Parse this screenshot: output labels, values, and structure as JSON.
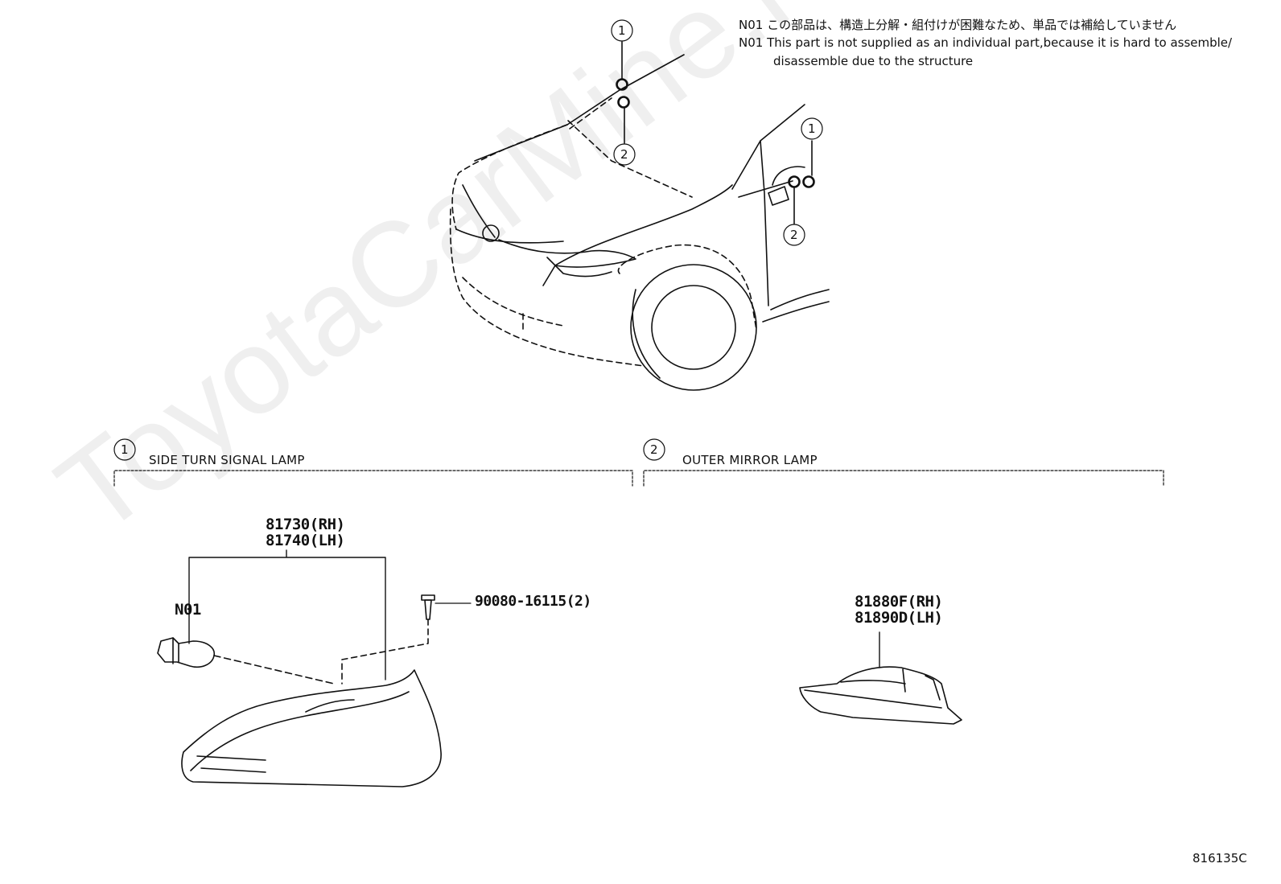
{
  "notes": {
    "jp": "N01 この部品は、構造上分解・組付けが困難なため、単品では補給していません",
    "en_line1": "N01 This part is not supplied as an individual part,because it is hard to assemble/",
    "en_line2": "disassemble due to the structure"
  },
  "callout_numbers": [
    "1",
    "2"
  ],
  "sections": [
    {
      "number": "1",
      "title": "SIDE TURN SIGNAL LAMP",
      "parts": {
        "lamp_rh": "81730(RH)",
        "lamp_lh": "81740(LH)",
        "bulb_note": "N01",
        "screw": "90080-16115(2)"
      }
    },
    {
      "number": "2",
      "title": "OUTER MIRROR LAMP",
      "parts": {
        "lamp_rh": "81880F(RH)",
        "lamp_lh": "81890D(LH)"
      }
    }
  ],
  "diagram_code": "816135C",
  "watermark": "ToyotaCarMine.ru"
}
